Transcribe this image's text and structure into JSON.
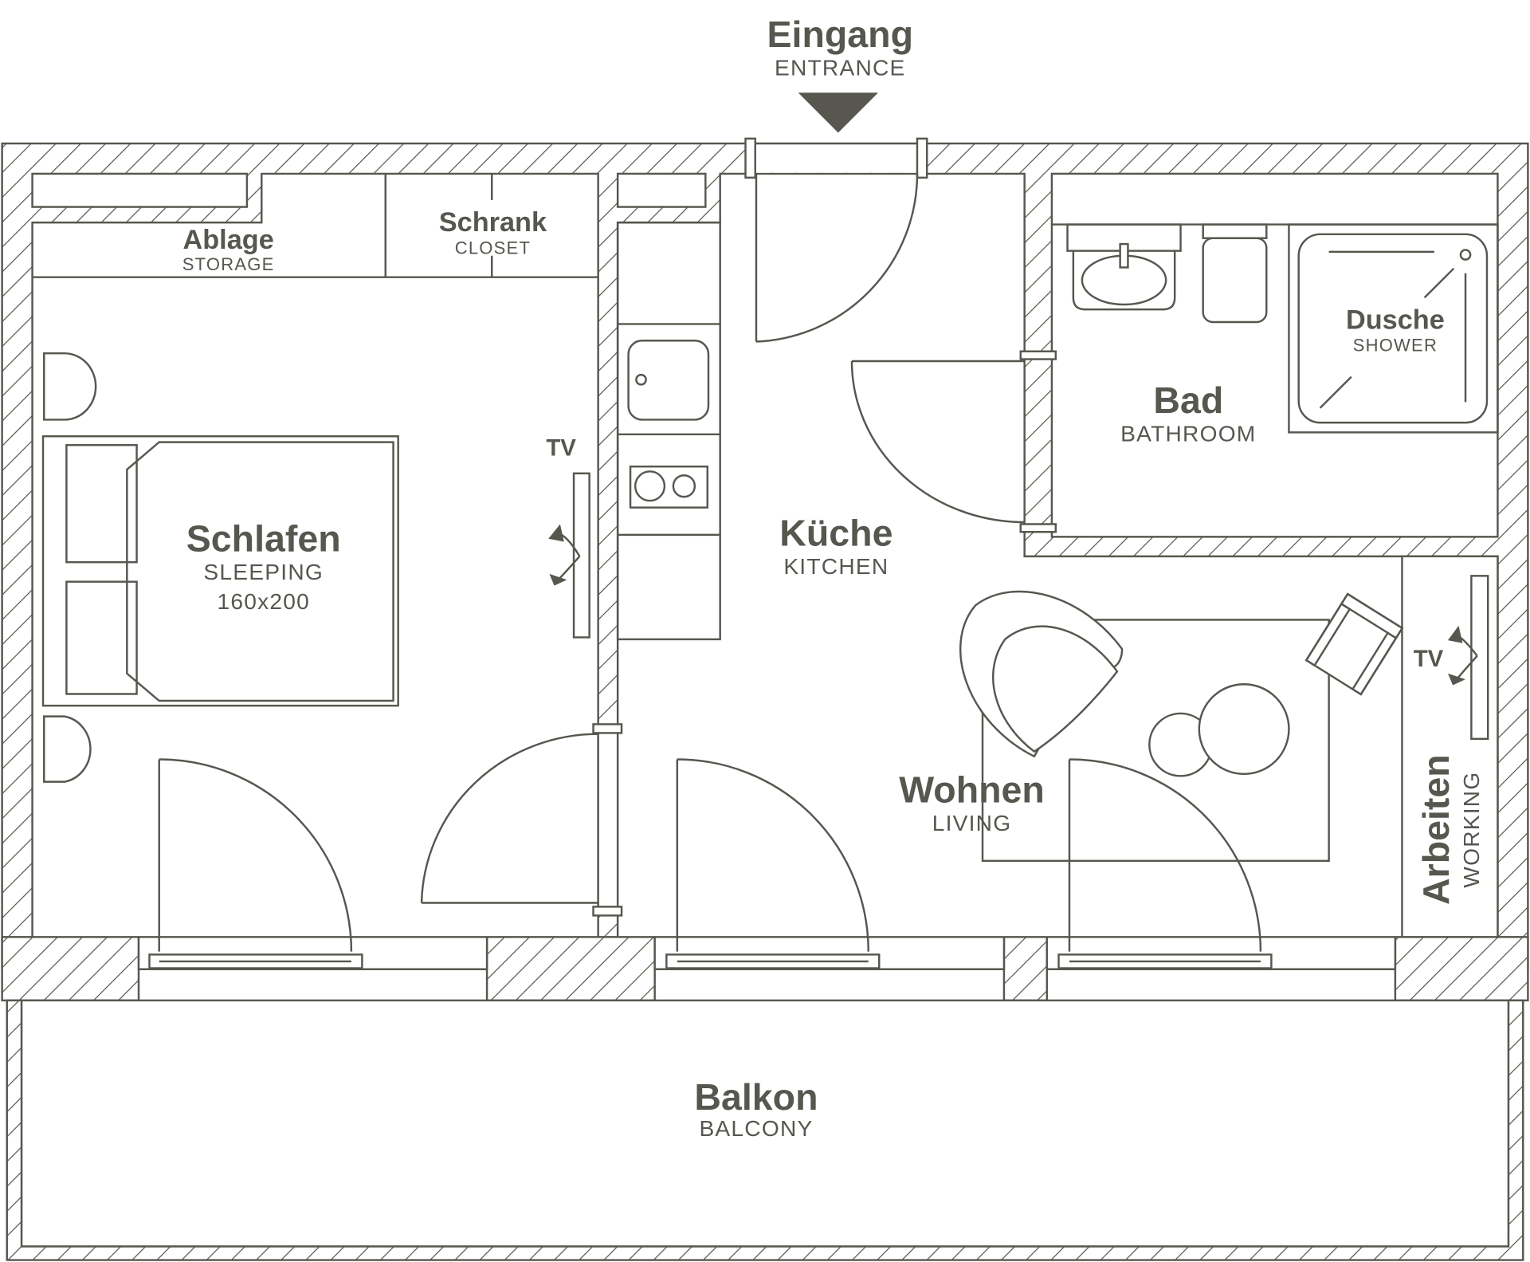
{
  "entrance": {
    "title": "Eingang",
    "subtitle": "ENTRANCE"
  },
  "rooms": {
    "storage": {
      "title": "Ablage",
      "subtitle": "STORAGE"
    },
    "closet": {
      "title": "Schrank",
      "subtitle": "CLOSET"
    },
    "sleeping": {
      "title": "Schlafen",
      "subtitle": "SLEEPING",
      "bed_size": "160x200"
    },
    "kitchen": {
      "title": "Küche",
      "subtitle": "KITCHEN"
    },
    "bathroom": {
      "title": "Bad",
      "subtitle": "BATHROOM"
    },
    "shower": {
      "title": "Dusche",
      "subtitle": "SHOWER"
    },
    "living": {
      "title": "Wohnen",
      "subtitle": "LIVING"
    },
    "working": {
      "title": "Arbeiten",
      "subtitle": "WORKING"
    },
    "balcony": {
      "title": "Balkon",
      "subtitle": "BALCONY"
    }
  },
  "tv_labels": {
    "sleeping": "TV",
    "working": "TV"
  },
  "colors": {
    "line": "#57564f",
    "background": "#ffffff"
  }
}
